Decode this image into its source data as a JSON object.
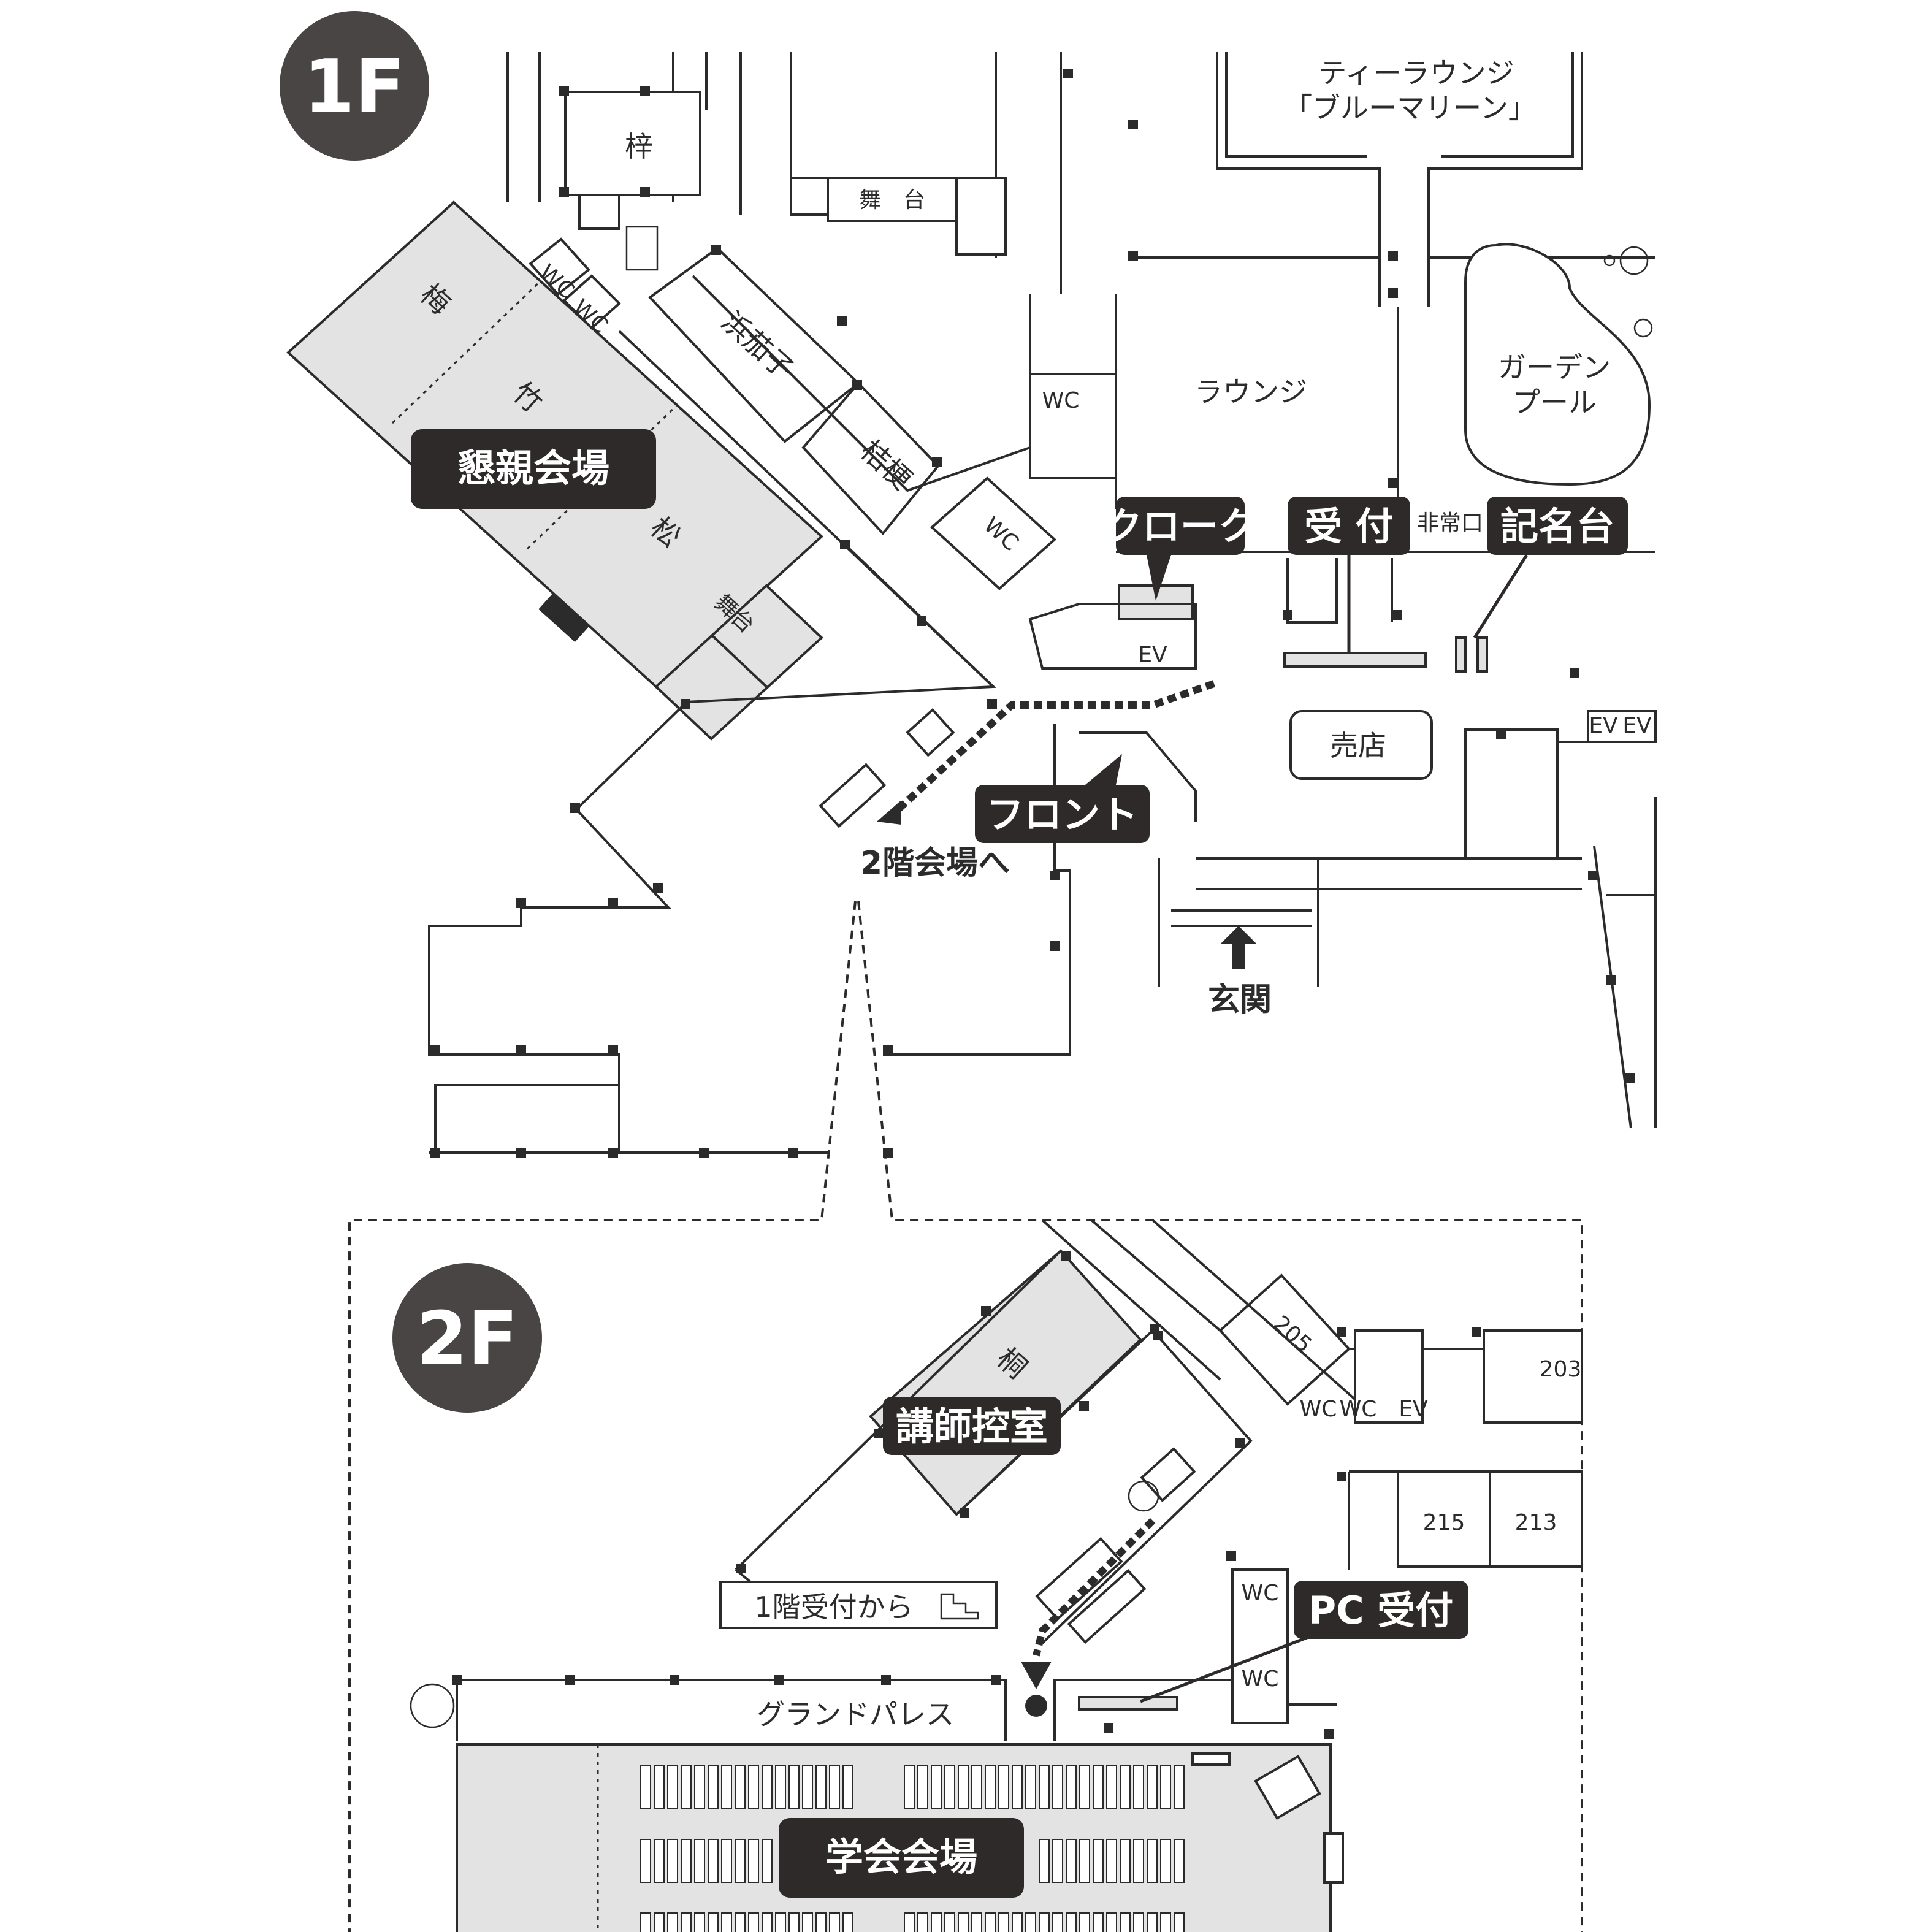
{
  "floor_1": {
    "badge": "1F",
    "rooms": {
      "azusa": "梓",
      "butai_top": "舞　台",
      "tea_lounge_1": "ティーラウンジ",
      "tea_lounge_2": "「ブルーマリーン」",
      "ume": "梅",
      "take": "竹",
      "matsu": "松",
      "butai_banquet": "舞台",
      "hamanasu": "浜茄子",
      "kikyo": "桔梗",
      "wc": "WC",
      "lounge": "ラウンジ",
      "garden_pool_1": "ガーデン",
      "garden_pool_2": "プール",
      "emergency_exit": "非常口",
      "ev": "EV",
      "shop": "売店",
      "entrance": "玄関"
    },
    "tags": {
      "reception_party": "懇親会場",
      "cloak": "クローク",
      "reception": "受 付",
      "registration": "記名台",
      "front": "フロント"
    },
    "to_2f": "2階会場へ"
  },
  "floor_2": {
    "badge": "2F",
    "rooms": {
      "kiri": "桐",
      "r205": "205",
      "r203": "203",
      "r215": "215",
      "r213": "213",
      "wc": "WC",
      "ev": "EV",
      "grand_palace": "グランドパレス"
    },
    "tags": {
      "speaker_room": "講師控室",
      "pc_reception": "PC 受付",
      "main_hall": "学会会場"
    },
    "from_1f": "1階受付から"
  },
  "colors": {
    "ink": "#2b2b2b",
    "tag_bg": "#2e2a2a",
    "room_gray": "#e3e3e3",
    "badge_bg": "#4a4545"
  }
}
